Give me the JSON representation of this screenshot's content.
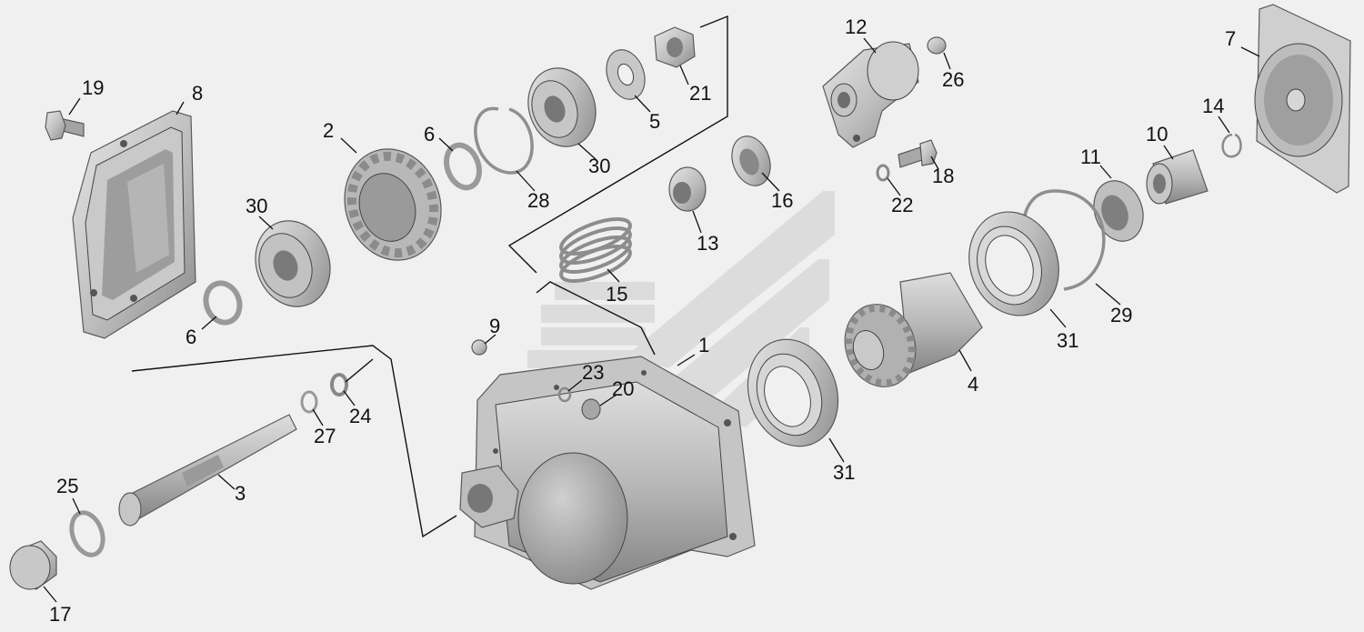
{
  "labels": {
    "p1": "1",
    "p2": "2",
    "p3": "3",
    "p4": "4",
    "p5": "5",
    "p6a": "6",
    "p6b": "6",
    "p7": "7",
    "p8": "8",
    "p9": "9",
    "p10": "10",
    "p11": "11",
    "p12": "12",
    "p13": "13",
    "p14": "14",
    "p15": "15",
    "p16": "16",
    "p17": "17",
    "p18": "18",
    "p19": "19",
    "p20": "20",
    "p21": "21",
    "p22": "22",
    "p23": "23",
    "p24": "24",
    "p25": "25",
    "p26": "26",
    "p27": "27",
    "p28": "28",
    "p29": "29",
    "p30a": "30",
    "p30b": "30",
    "p31a": "31",
    "p31b": "31"
  },
  "colors": {
    "background": "#f0f0f0",
    "part_light": "#d4d4d4",
    "part_mid": "#a9a9a9",
    "part_dark": "#6e6e6e",
    "watermark": "#dcdcdc",
    "ink": "#111111"
  }
}
